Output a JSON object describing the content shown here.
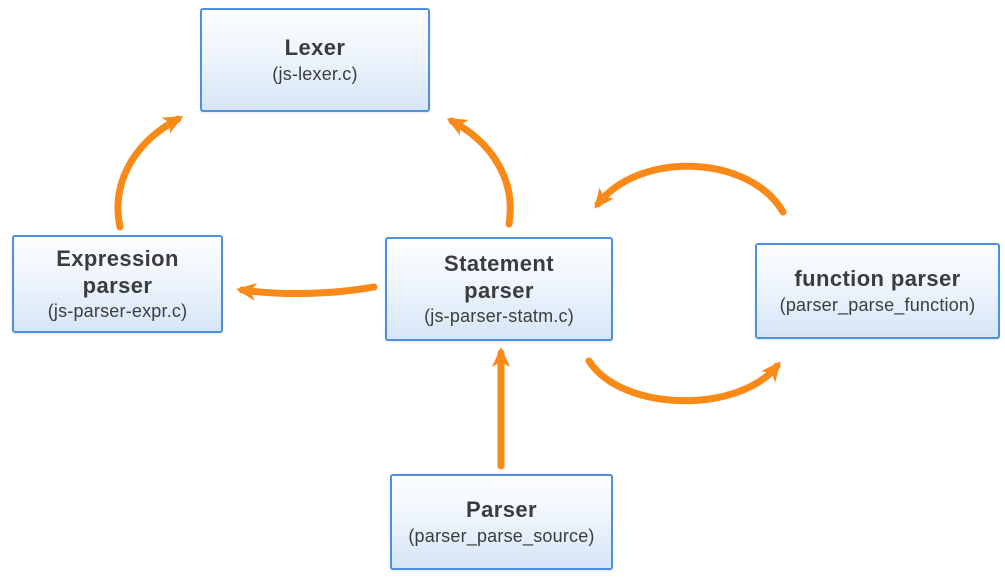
{
  "diagram": {
    "colors": {
      "accent_orange": "#f98a17",
      "node_border_blue": "#4e90d9",
      "node_fill_top": "#fdfeff",
      "node_fill_bottom": "#d6e5f7",
      "text": "#3c3c3c",
      "background": "#ffffff"
    },
    "nodes": {
      "lexer": {
        "title": "Lexer",
        "subtitle": "(js-lexer.c)"
      },
      "expression_parser": {
        "title": "Expression parser",
        "subtitle": "(js-parser-expr.c)"
      },
      "statement_parser": {
        "title": "Statement parser",
        "subtitle": "(js-parser-statm.c)"
      },
      "function_parser": {
        "title": "function parser",
        "subtitle": "(parser_parse_function)"
      },
      "parser": {
        "title": "Parser",
        "subtitle": "(parser_parse_source)"
      }
    },
    "edges": [
      {
        "from": "expression_parser",
        "to": "lexer"
      },
      {
        "from": "statement_parser",
        "to": "lexer"
      },
      {
        "from": "statement_parser",
        "to": "expression_parser"
      },
      {
        "from": "function_parser",
        "to": "statement_parser"
      },
      {
        "from": "statement_parser",
        "to": "function_parser"
      },
      {
        "from": "parser",
        "to": "statement_parser"
      }
    ]
  }
}
